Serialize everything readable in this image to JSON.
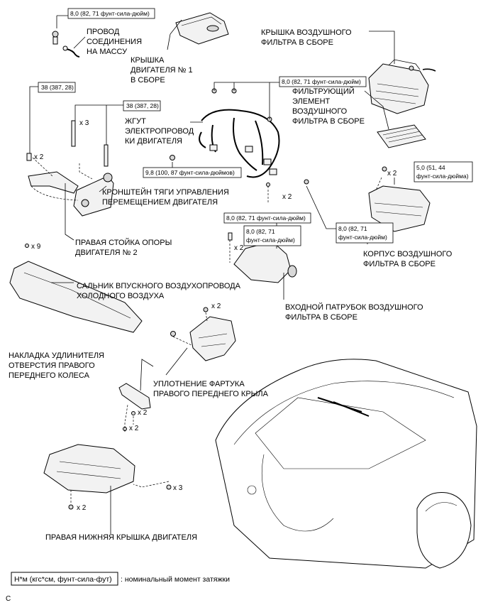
{
  "parts": {
    "ground_wire": [
      "ПРОВОД",
      "СОЕДИНЕНИЯ",
      "НА МАССУ"
    ],
    "engine_cover": [
      "КРЫШКА",
      "ДВИГАТЕЛЯ № 1",
      "В СБОРЕ"
    ],
    "air_filter_cap": [
      "КРЫШКА ВОЗДУШНОГО",
      "ФИЛЬТРА В СБОРЕ"
    ],
    "filter_element": [
      "ФИЛЬТРУЮЩИЙ",
      "ЭЛЕМЕНТ",
      "ВОЗДУШНОГО",
      "ФИЛЬТРА В СБОРЕ"
    ],
    "wire_harness": [
      "ЖГУТ",
      "ЭЛЕКТРОПРОВОД",
      "КИ ДВИГАТЕЛЯ"
    ],
    "torque_rod_bracket": [
      "КРОНШТЕЙН ТЯГИ УПРАВЛЕНИЯ",
      "ПЕРЕМЕЩЕНИЕМ ДВИГАТЕЛЯ"
    ],
    "mount_stay": [
      "ПРАВАЯ СТОЙКА ОПОРЫ",
      "ДВИГАТЕЛЯ № 2"
    ],
    "air_filter_case": [
      "КОРПУС ВОЗДУШНОГО",
      "ФИЛЬТРА В СБОРЕ"
    ],
    "cool_air_seal": [
      "САЛЬНИК ВПУСКНОГО ВОЗДУХОПРОВОДА",
      "ХОЛОДНОГО ВОЗДУХА"
    ],
    "inlet_duct": [
      "ВХОДНОЙ ПАТРУБОК ВОЗДУШНОГО",
      "ФИЛЬТРА В СБОРЕ"
    ],
    "extension_pad": [
      "НАКЛАДКА УДЛИНИТЕЛЯ",
      "ОТВЕРСТИЯ ПРАВОГО",
      "ПЕРЕДНЕГО КОЛЕСА"
    ],
    "fender_seal": [
      "УПЛОТНЕНИЕ ФАРТУКА",
      "ПРАВОГО ПЕРЕДНЕГО КРЫЛА"
    ],
    "under_cover": [
      "ПРАВАЯ НИЖНЯЯ КРЫШКА ДВИГАТЕЛЯ"
    ]
  },
  "torques": {
    "t_ground": "8,0 (82, 71 фунт-сила-дюйм)",
    "t_38a": "38 (387, 28)",
    "t_38b": "38 (387, 28)",
    "t_harness_top": "8,0 (82, 71 фунт-сила-дюйм)",
    "t_9_8": "9,8 (100, 87 фунт-сила-дюймов)",
    "t_case": [
      "5,0 (51, 44",
      "фунт-сила-дюйма)"
    ],
    "t_mid": "8,0 (82, 71 фунт-сила-дюйм)",
    "t_duct": [
      "8,0 (82, 71",
      "фунт-сила-дюйм)"
    ],
    "t_right": [
      "8,0 (82, 71",
      "фунт-сила-дюйм)"
    ]
  },
  "counts": {
    "c1": "x 2",
    "c2": "x 3",
    "c3": "x 2",
    "c4": "x 2",
    "c5": "x 9",
    "c6": "x 2",
    "c7": "x 2",
    "c8": "x 2",
    "c9": "x 2",
    "c10": "x 3",
    "c11": "x 2"
  },
  "legend": {
    "box": "Н*м (кгс*см, фунт-сила-фут)",
    "text": ": номинальный момент затяжки"
  },
  "figure_code": "C"
}
